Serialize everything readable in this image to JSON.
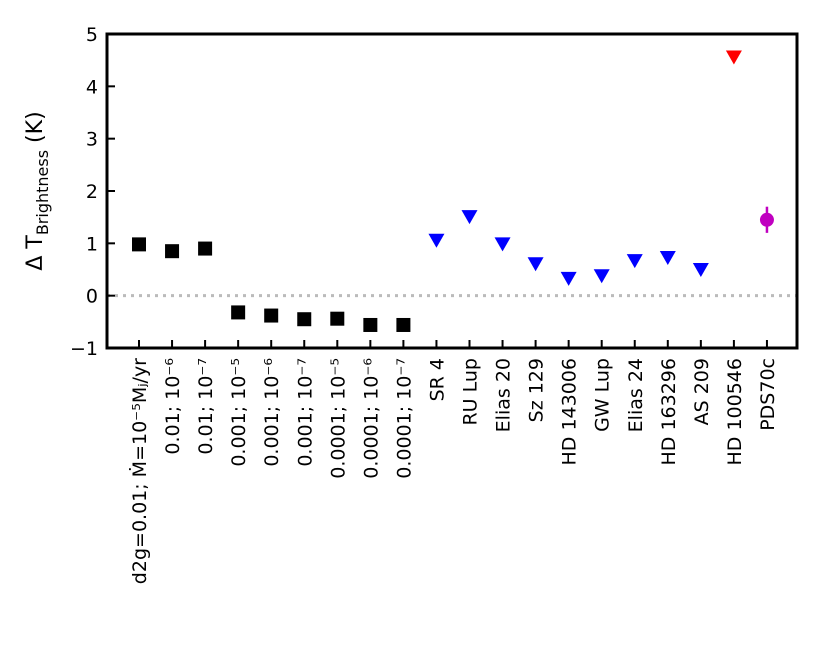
{
  "chart_data": {
    "type": "scatter",
    "title": "",
    "xlabel": "",
    "ylabel": {
      "prefix": "Δ T",
      "subscript": "Brightness",
      "suffix": " (K)"
    },
    "ylim": [
      -1,
      5
    ],
    "yticks": [
      -1,
      0,
      1,
      2,
      3,
      4,
      5
    ],
    "ytick_labels": [
      "−1",
      "0",
      "1",
      "2",
      "3",
      "4",
      "5"
    ],
    "reference_line": {
      "y": 0,
      "style": "dotted",
      "color": "#bbbbbb"
    },
    "grid": false,
    "categories": [
      "d2g=0.01; Ṁ=10⁻⁵Mⱼ/yr",
      "0.01; 10⁻⁶",
      "0.01; 10⁻⁷",
      "0.001; 10⁻⁵",
      "0.001; 10⁻⁶",
      "0.001; 10⁻⁷",
      "0.0001; 10⁻⁵",
      "0.0001; 10⁻⁶",
      "0.0001; 10⁻⁷",
      "SR 4",
      "RU Lup",
      "Elias 20",
      "Sz 129",
      "HD 143006",
      "GW Lup",
      "Elias 24",
      "HD 163296",
      "AS 209",
      "HD 100546",
      "PDS70c"
    ],
    "series": [
      {
        "marker": "square",
        "color": "#000000",
        "points": [
          {
            "x": "d2g=0.01; Ṁ=10⁻⁵Mⱼ/yr",
            "y": 0.98
          },
          {
            "x": "0.01; 10⁻⁶",
            "y": 0.85
          },
          {
            "x": "0.01; 10⁻⁷",
            "y": 0.9
          },
          {
            "x": "0.001; 10⁻⁵",
            "y": -0.32
          },
          {
            "x": "0.001; 10⁻⁶",
            "y": -0.38
          },
          {
            "x": "0.001; 10⁻⁷",
            "y": -0.45
          },
          {
            "x": "0.0001; 10⁻⁵",
            "y": -0.44
          },
          {
            "x": "0.0001; 10⁻⁶",
            "y": -0.56
          },
          {
            "x": "0.0001; 10⁻⁷",
            "y": -0.56
          }
        ]
      },
      {
        "marker": "triangle-down",
        "color": "#0000ff",
        "points": [
          {
            "x": "SR 4",
            "y": 1.05
          },
          {
            "x": "RU Lup",
            "y": 1.5
          },
          {
            "x": "Elias 20",
            "y": 0.98
          },
          {
            "x": "Sz 129",
            "y": 0.6
          },
          {
            "x": "HD 143006",
            "y": 0.32
          },
          {
            "x": "GW Lup",
            "y": 0.37
          },
          {
            "x": "Elias 24",
            "y": 0.66
          },
          {
            "x": "HD 163296",
            "y": 0.72
          },
          {
            "x": "AS 209",
            "y": 0.49
          }
        ]
      },
      {
        "marker": "triangle-down",
        "color": "#ff0000",
        "points": [
          {
            "x": "HD 100546",
            "y": 4.55
          }
        ]
      },
      {
        "marker": "circle",
        "color": "#c000c0",
        "points": [
          {
            "x": "PDS70c",
            "y": 1.45,
            "yerr": 0.25
          }
        ]
      }
    ]
  }
}
